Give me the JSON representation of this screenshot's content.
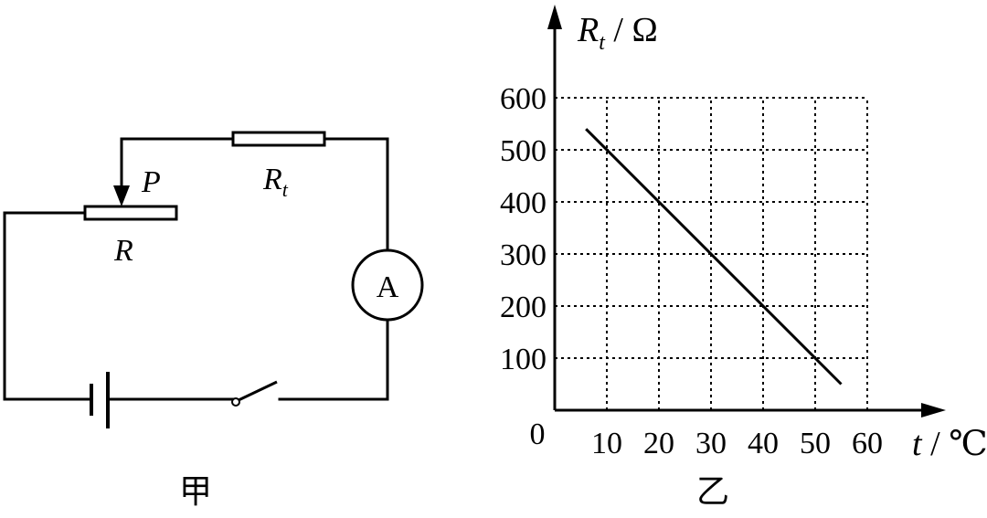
{
  "circuit": {
    "slider_label": "P",
    "rheostat_label": "R",
    "thermistor_label": "R",
    "thermistor_sub": "t",
    "ammeter_label": "A",
    "caption": "甲"
  },
  "graph_caption": "乙",
  "chart_data": {
    "type": "line",
    "y_label_var": "R",
    "y_label_sub": "t",
    "y_label_unit": "Ω",
    "x_label_var": "t",
    "x_label_unit": "℃",
    "origin_label": "0",
    "x_ticks": [
      "10",
      "20",
      "30",
      "40",
      "50",
      "60"
    ],
    "y_ticks": [
      "100",
      "200",
      "300",
      "400",
      "500",
      "600"
    ],
    "xlim": [
      0,
      60
    ],
    "ylim": [
      0,
      600
    ],
    "grid": true,
    "series": [
      {
        "x": [
          6,
          55
        ],
        "y": [
          540,
          50
        ]
      }
    ]
  }
}
